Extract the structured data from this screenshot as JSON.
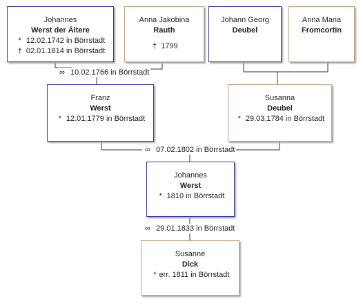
{
  "persons": {
    "p1": {
      "given": "Johannes",
      "surname": "Werst der Ältere",
      "events": [
        {
          "sym": "*",
          "text": "12.02.1742 in Börrstadt"
        },
        {
          "sym": "†",
          "text": "02.01.1814 in Börrstadt"
        }
      ]
    },
    "p2": {
      "given": "Anna Jakobina",
      "surname": "Rauth",
      "events": [
        {
          "sym": "†",
          "text": "1799"
        }
      ]
    },
    "p3": {
      "given": "Johann Georg",
      "surname": "Deubel",
      "events": []
    },
    "p4": {
      "given": "Anna Maria",
      "surname": "Fromcortin",
      "events": []
    },
    "p5": {
      "given": "Franz",
      "surname": "Werst",
      "events": [
        {
          "sym": "*",
          "text": "12.01.1779 in Börrstadt"
        }
      ]
    },
    "p6": {
      "given": "Susanna",
      "surname": "Deubel",
      "events": [
        {
          "sym": "*",
          "text": "29.03.1784 in Börrstadt"
        }
      ]
    },
    "p7": {
      "given": "Johannes",
      "surname": "Werst",
      "events": [
        {
          "sym": "*",
          "text": "1810 in Börrstadt"
        }
      ]
    },
    "p8": {
      "given": "Susanne",
      "surname": "Dick",
      "events": [
        {
          "sym": "*",
          "text": "err. 1811 in Börrstadt"
        }
      ]
    }
  },
  "marriages": {
    "m1": {
      "symbol": "∞",
      "text": "10.02.1766 in Börrstadt"
    },
    "m2": {
      "symbol": "∞",
      "text": "07.02.1802 in Börrstadt"
    },
    "m3": {
      "symbol": "∞",
      "text": "29.01.1833 in Börrstadt"
    }
  },
  "colors": {
    "male_border": "#3a3a9c",
    "female_border": "#c9a184",
    "line": "#333333"
  }
}
